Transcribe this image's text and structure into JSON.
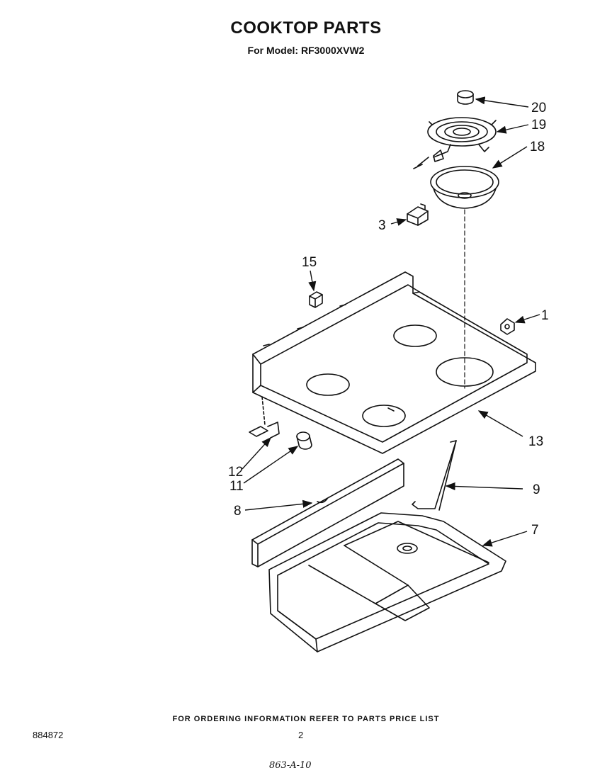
{
  "header": {
    "title": "COOKTOP PARTS",
    "subtitle": "For Model: RF3000XVW2"
  },
  "callouts": [
    {
      "id": "c20",
      "label": "20"
    },
    {
      "id": "c19",
      "label": "19"
    },
    {
      "id": "c18",
      "label": "18"
    },
    {
      "id": "c3",
      "label": "3"
    },
    {
      "id": "c15",
      "label": "15"
    },
    {
      "id": "c1",
      "label": "1"
    },
    {
      "id": "c13",
      "label": "13"
    },
    {
      "id": "c12",
      "label": "12"
    },
    {
      "id": "c11",
      "label": "11"
    },
    {
      "id": "c8",
      "label": "8"
    },
    {
      "id": "c9",
      "label": "9"
    },
    {
      "id": "c7",
      "label": "7"
    }
  ],
  "footer": {
    "ordering_note": "FOR ORDERING INFORMATION REFER TO PARTS PRICE LIST",
    "doc_number": "884872",
    "page_number": "2",
    "handwritten_note": "863-A-10"
  }
}
